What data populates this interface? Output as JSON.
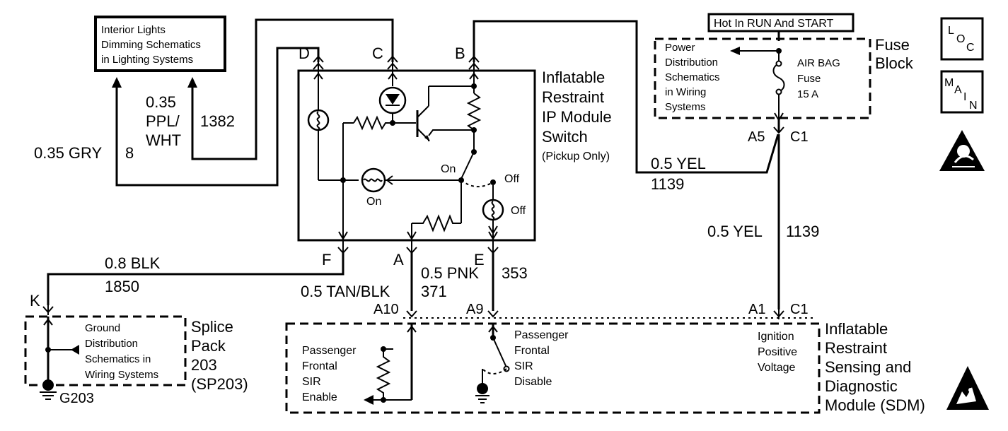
{
  "boxes": {
    "interior_lights": [
      "Interior Lights",
      "Dimming Schematics",
      "in Lighting Systems"
    ],
    "hot_label": "Hot In RUN And START",
    "power_dist": [
      "Power",
      "Distribution",
      "Schematics",
      "in Wiring",
      "Systems"
    ],
    "fuse_label": [
      "AIR BAG",
      "Fuse",
      "15 A"
    ],
    "fuse_block": [
      "Fuse",
      "Block"
    ],
    "ground_dist": [
      "Ground",
      "Distribution",
      "Schematics in",
      "Wiring Systems"
    ],
    "splice_pack": [
      "Splice",
      "Pack",
      "203",
      "(SP203)"
    ],
    "ground_label": "G203"
  },
  "switch": {
    "title": [
      "Inflatable",
      "Restraint",
      "IP Module",
      "Switch"
    ],
    "subtitle": "(Pickup Only)",
    "on_label": "On",
    "on_lamp_label": "On",
    "off_label": "Off",
    "off_lamp_label": "Off",
    "pins": {
      "d": "D",
      "c": "C",
      "b": "B",
      "f": "F",
      "a": "A",
      "e": "E"
    }
  },
  "wires": {
    "gry_size": "0.35 GRY",
    "gry_circuit": "8",
    "ppl_size": [
      "0.35",
      "PPL/",
      "WHT"
    ],
    "ppl_circuit": "1382",
    "yel_top_size": "0.5 YEL",
    "yel_top_circuit": "1139",
    "yel_mid_size": "0.5 YEL",
    "yel_mid_circuit": "1139",
    "blk_size": "0.8 BLK",
    "blk_circuit": "1850",
    "tan_size": "0.5 TAN/BLK",
    "tan_circuit": "371",
    "pnk_size": "0.5 PNK",
    "pnk_circuit": "353"
  },
  "connectors": {
    "a5": "A5",
    "c1_top": "C1",
    "k": "K",
    "a10": "A10",
    "a9": "A9",
    "a1": "A1",
    "c1_bottom": "C1"
  },
  "sdm": {
    "title": [
      "Inflatable",
      "Restraint",
      "Sensing and",
      "Diagnostic",
      "Module (SDM)"
    ],
    "enable": [
      "Passenger",
      "Frontal",
      "SIR",
      "Enable"
    ],
    "disable": [
      "Passenger",
      "Frontal",
      "SIR",
      "Disable"
    ],
    "ignition": [
      "Ignition",
      "Positive",
      "Voltage"
    ]
  },
  "nav": {
    "loc": [
      "L",
      "O",
      "C"
    ],
    "main": [
      "M",
      "A",
      "I",
      "N"
    ]
  }
}
